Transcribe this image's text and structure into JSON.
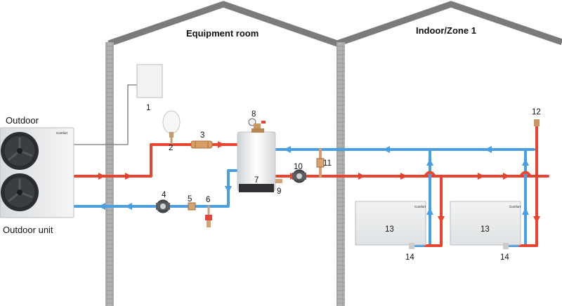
{
  "titles": {
    "equipment_room": "Equipment room",
    "indoor_zone": "Indoor/Zone 1"
  },
  "labels": {
    "outdoor": "Outdoor",
    "outdoor_unit": "Outdoor unit"
  },
  "brand_mark": "Comfort",
  "callouts": {
    "n1": "1",
    "n2": "2",
    "n3": "3",
    "n4": "4",
    "n5": "5",
    "n6": "6",
    "n7": "7",
    "n8": "8",
    "n9": "9",
    "n10": "10",
    "n11": "11",
    "n12": "12",
    "n13a": "13",
    "n13b": "13",
    "n14a": "14",
    "n14b": "14"
  },
  "colors": {
    "supply_pipe": "#e8442f",
    "return_pipe": "#4a9fe0",
    "wall": "#8a8a8a",
    "roof": "#7a7a7a"
  }
}
